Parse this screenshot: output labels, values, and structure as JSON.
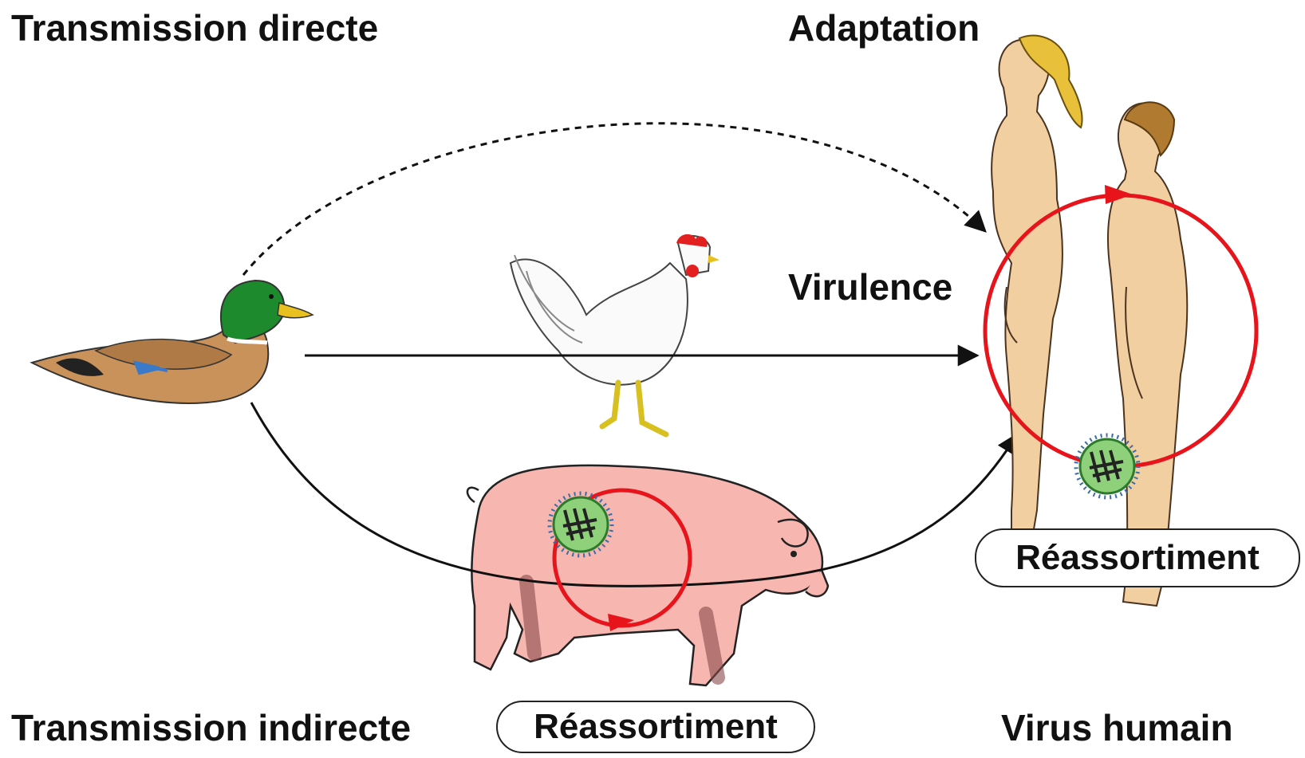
{
  "labels": {
    "direct": "Transmission directe",
    "indirect": "Transmission indirecte",
    "adaptation": "Adaptation",
    "virulence": "Virulence",
    "human_virus": "Virus humain",
    "reassortment_human": "Réassortiment",
    "reassortment_pig": "Réassortiment"
  },
  "icons": [
    "duck-icon",
    "chicken-icon",
    "pig-icon",
    "woman-icon",
    "man-icon",
    "virus-icon"
  ],
  "colors": {
    "cycle_arrow": "#e8141c",
    "virus_fill": "#8fd07a",
    "skin": "#f2cfa0",
    "pig": "#f7b6b0",
    "duck_head": "#1d8a2e"
  }
}
